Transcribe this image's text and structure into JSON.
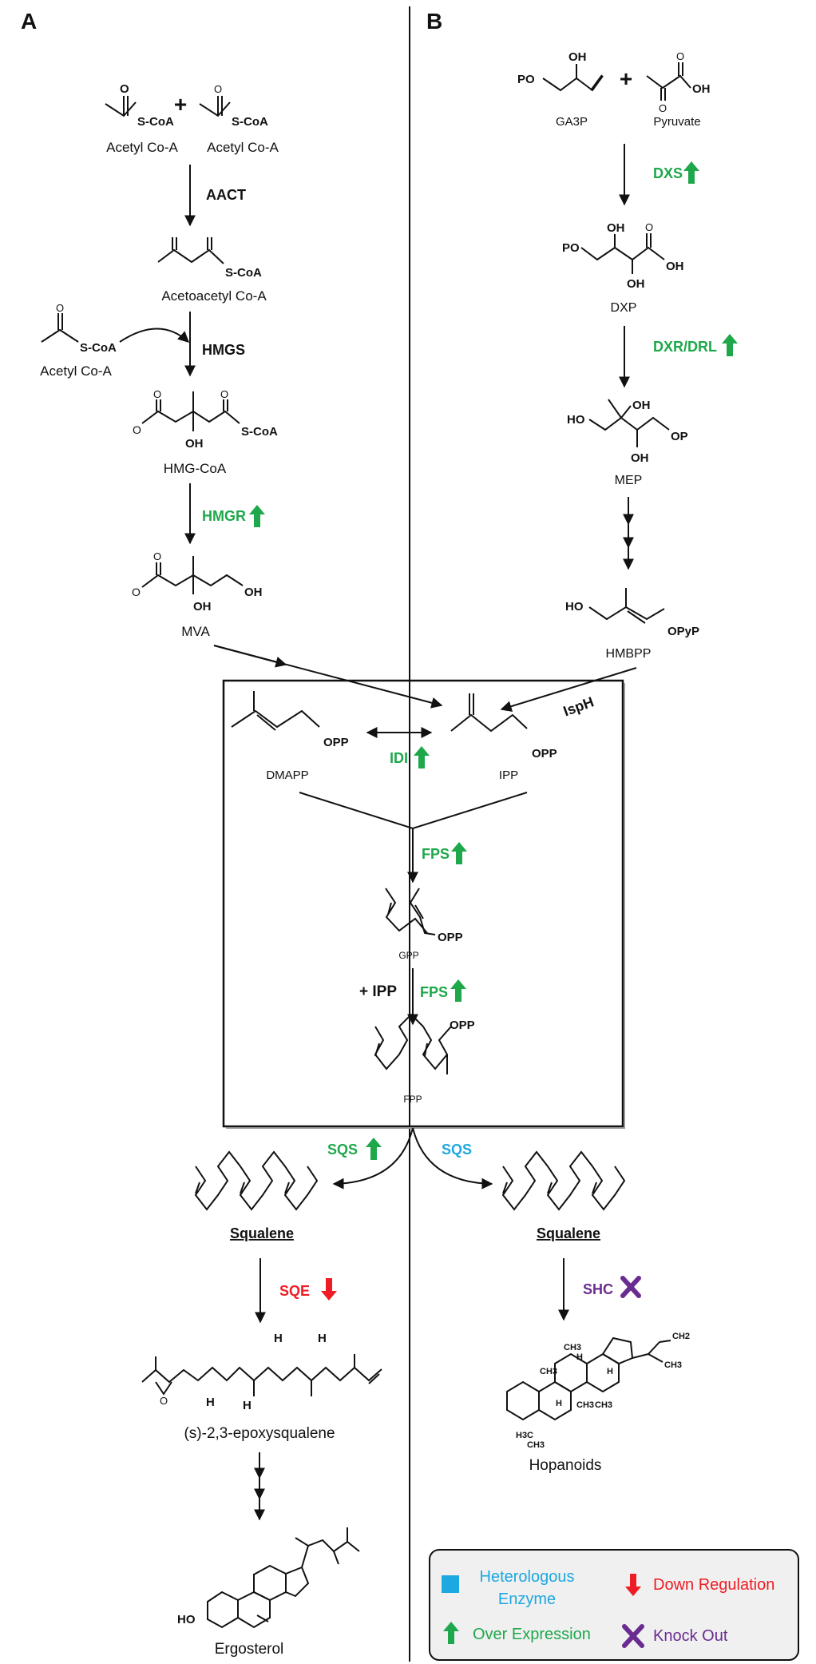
{
  "panels": {
    "a": "A",
    "b": "B"
  },
  "compounds": {
    "acetyl1": "Acetyl Co-A",
    "acetyl2": "Acetyl Co-A",
    "acetyl3": "Acetyl Co-A",
    "acetoacetyl": "Acetoacetyl Co-A",
    "hmgcoa": "HMG-CoA",
    "mva": "MVA",
    "ga3p": "GA3P",
    "pyruvate": "Pyruvate",
    "dxp": "DXP",
    "mep": "MEP",
    "hmbpp": "HMBPP",
    "dmapp": "DMAPP",
    "ipp": "IPP",
    "gpp": "GPP",
    "fpp": "FPP",
    "squalene_left": "Squalene",
    "squalene_right": "Squalene",
    "epoxysqualene": "(s)-2,3-epoxysqualene",
    "hopanoids": "Hopanoids",
    "ergosterol": "Ergosterol"
  },
  "atoms": {
    "scoa": "S-CoA",
    "o": "O",
    "oh": "OH",
    "ominus": "O",
    "po": "PO",
    "op": "OP",
    "opp": "OPP",
    "opyp": "OPyP",
    "ho": "HO",
    "h": "H",
    "ch3": "CH3",
    "h3c": "H3C",
    "ch2": "CH2"
  },
  "operators": {
    "plus": "+",
    "plus_ipp": "+ IPP"
  },
  "enzymes": {
    "aact": "AACT",
    "hmgs": "HMGS",
    "hmgr": "HMGR",
    "dxs": "DXS",
    "dxr": "DXR/DRL",
    "isph": "IspH",
    "idi": "IDI",
    "fps1": "FPS",
    "fps2": "FPS",
    "sqs_left": "SQS",
    "sqs_right": "SQS",
    "sqe": "SQE",
    "shc": "SHC"
  },
  "legend": {
    "heterologous": "Heterologous Enzyme",
    "heterologous_l1": "Heterologous",
    "heterologous_l2": "Enzyme",
    "over": "Over Expression",
    "down": "Down Regulation",
    "knock": "Knock Out"
  },
  "colors": {
    "over": "#1ea84b",
    "down": "#ee1c24",
    "knock": "#6a2c91",
    "heterologous": "#1ca8e0"
  }
}
